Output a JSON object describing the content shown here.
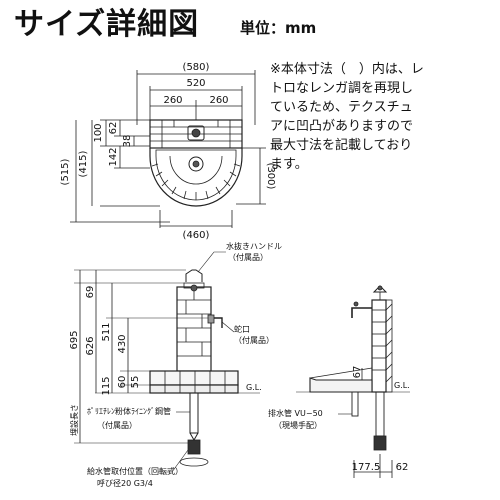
{
  "header": {
    "title": "サイズ詳細図",
    "unit": "単位：mm"
  },
  "note": "※本体寸法（　）内は、レ\nトロなレンガ調を再現し\nているため、テクスチュ\nアに凹凸がありますので\n最大寸法を記載しており\nます。",
  "top_view": {
    "w_overall": "(580)",
    "w_body": "520",
    "w_left": "260",
    "w_right": "260",
    "d_100": "100",
    "d_62": "62",
    "d_38": "38",
    "d_142": "142",
    "d_outer": "(515)",
    "d_inner": "(415)",
    "d_basin": "(300)",
    "w_bottom": "(460)"
  },
  "front_view": {
    "faucet_handle": "水抜きハンドル",
    "faucet_handle_note": "（付属品）",
    "spout": "蛇口",
    "spout_note": "（付属品）",
    "h_total": "695",
    "h_626": "626",
    "h_511": "511",
    "h_430": "430",
    "h_60": "60",
    "h_55": "55",
    "h_115": "115",
    "h_69": "69",
    "gl": "G.L.",
    "bury_depth": "埋設長さ",
    "supply_pipe": "ﾎﾟﾘｴﾁﾚﾝ粉体ﾗｲﾆﾝｸﾞ鋼管",
    "supply_pipe_note": "（付属品）",
    "supply_pos": "給水管取付位置（回転式）",
    "supply_size": "呼び径20 G3/4"
  },
  "side_view": {
    "gl": "G.L.",
    "h_67": "67",
    "drain": "排水管 VU−50",
    "drain_note": "（現場手配）",
    "w_177": "177.5",
    "w_62": "62"
  }
}
